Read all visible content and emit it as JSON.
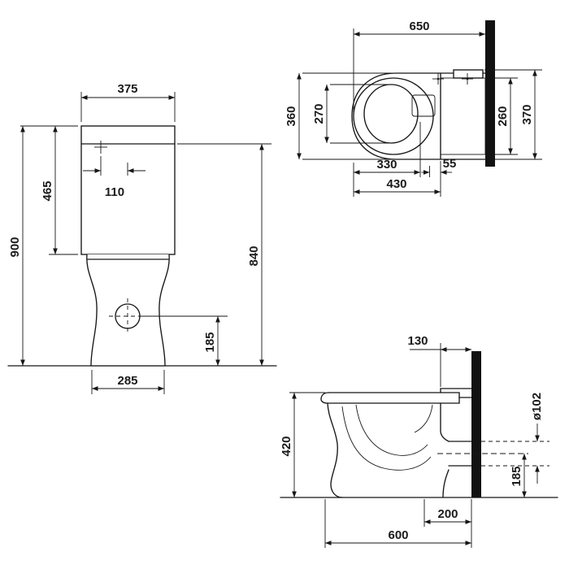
{
  "drawing": {
    "accent_color": "#161616",
    "views": {
      "front": {
        "tank_width": "375",
        "tank_height": "465",
        "button_offset": "110",
        "total_height": "900",
        "lid_height": "840",
        "drain_height": "185",
        "base_width": "285"
      },
      "top": {
        "total_depth": "650",
        "total_width": "360",
        "bowl_inner_width": "270",
        "bowl_inner_length": "330",
        "hinge_gap": "55",
        "ceramic_length": "430",
        "tank_width": "260",
        "width_with_actuator": "370"
      },
      "side": {
        "tank_depth": "130",
        "bowl_height": "420",
        "outlet_diameter": "ø102",
        "outlet_center_height": "185",
        "outlet_wall_distance": "200",
        "total_depth": "600"
      }
    }
  }
}
